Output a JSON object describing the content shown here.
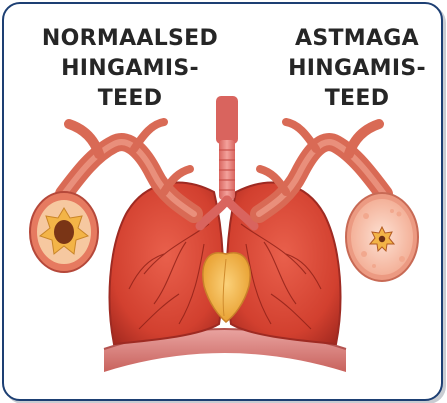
{
  "labels": {
    "normal": [
      "NORMAALSED",
      "HINGAMIS-",
      "TEED"
    ],
    "asthma": [
      "ASTMAGA",
      "HINGAMIS-",
      "TEED"
    ]
  },
  "colors": {
    "border": "#1d3f73",
    "lung": "#d64a3a",
    "lung_dark": "#9e2a22",
    "heart": "#f2b84a",
    "trachea": "#ec8f8a",
    "airway_normal_lumen": "#f3b447",
    "airway_asthma_wall": "#f9cdbb",
    "text": "#262626"
  }
}
